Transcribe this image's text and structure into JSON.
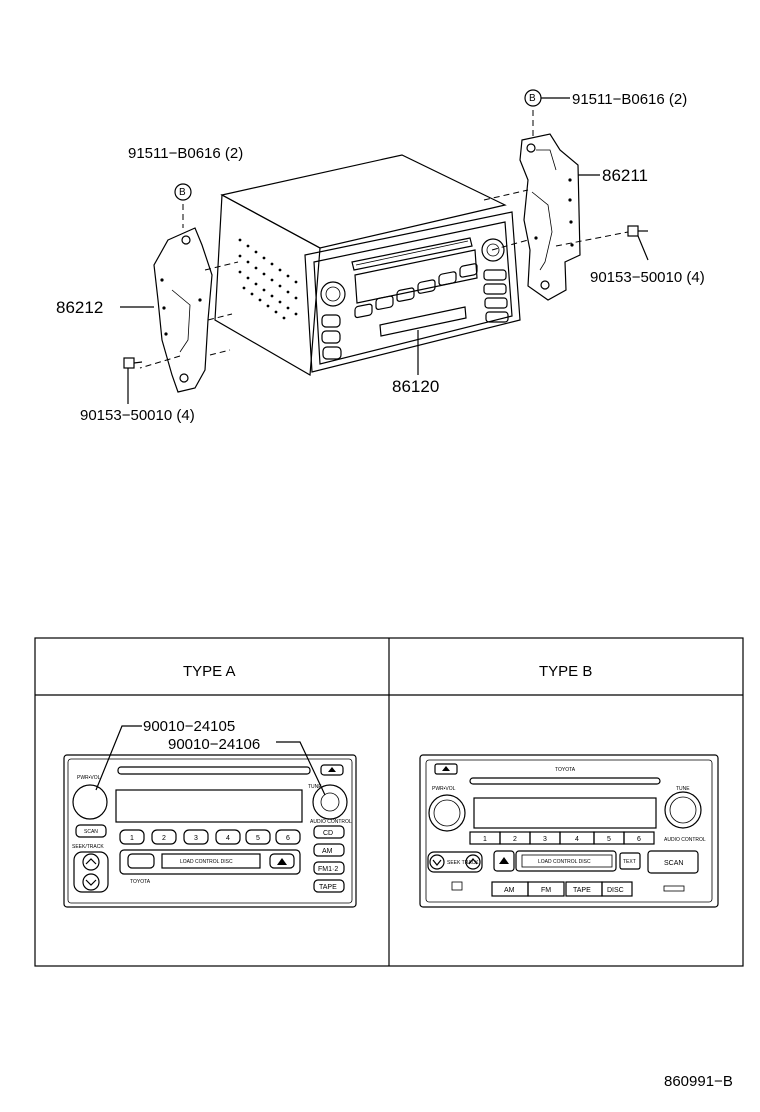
{
  "part_labels": {
    "bolt_top_right": "91511−B0616 (2)",
    "bolt_top_left": "91511−B0616 (2)",
    "bracket_right": "86211",
    "bracket_left": "86212",
    "screw_right": "90153−50010 (4)",
    "screw_left": "90153−50010 (4)",
    "radio_unit": "86120",
    "callout_b": "B",
    "knob_a": "90010−24105",
    "knob_b": "90010−24106"
  },
  "table": {
    "type_a": "TYPE A",
    "type_b": "TYPE B"
  },
  "type_a_panel": {
    "pwr_vol": "PWR•VOL",
    "tune": "TUNE",
    "scan": "SCAN",
    "seek_track": "SEEK/TRACK",
    "presets": [
      "1",
      "2",
      "3",
      "4",
      "5",
      "6"
    ],
    "cd": "CD",
    "am": "AM",
    "fm": "FM1·2",
    "tape": "TAPE",
    "load_control": "LOAD CONTROL DISC",
    "audio_control": "AUDIO CONTROL",
    "toyota": "TOYOTA"
  },
  "type_b_panel": {
    "toyota": "TOYOTA",
    "pwr_vol": "PWR•VOL",
    "tune": "TUNE",
    "presets": [
      "1",
      "2",
      "3",
      "4",
      "5",
      "6"
    ],
    "audio_control": "AUDIO CONTROL",
    "seek_track": "SEEK TRACK",
    "load_control": "LOAD CONTROL DISC",
    "text": "TEXT",
    "scan": "SCAN",
    "am": "AM",
    "fm": "FM",
    "tape": "TAPE",
    "disc": "DISC"
  },
  "diagram_id": "860991−B"
}
